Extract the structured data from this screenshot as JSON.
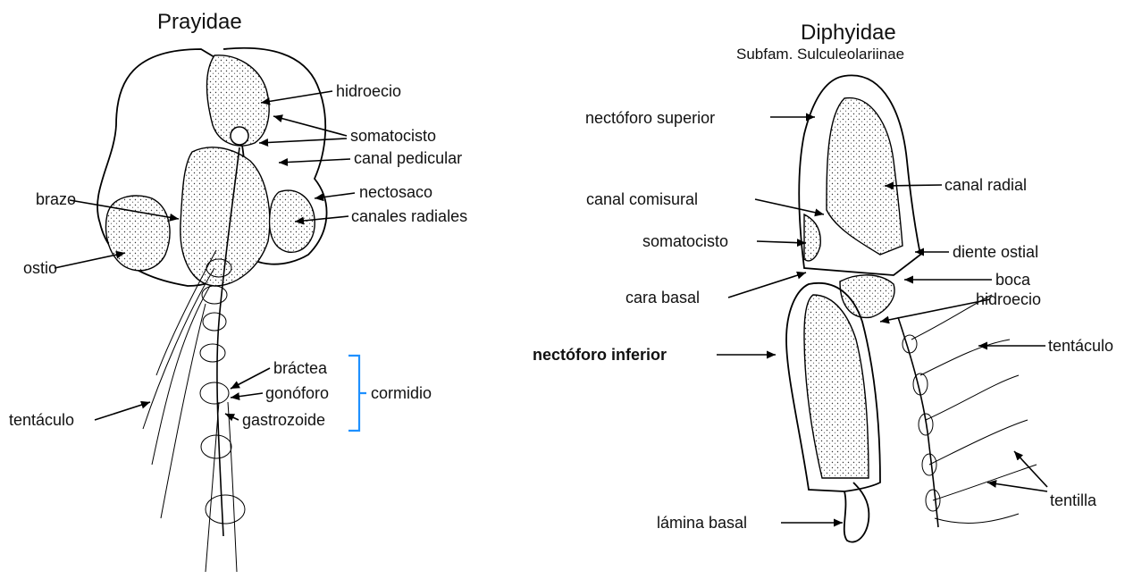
{
  "prayidae": {
    "title": "Prayidae",
    "labels": {
      "hidroecio": "hidroecio",
      "somatocisto": "somatocisto",
      "canal_pedicular": "canal pedicular",
      "brazo": "brazo",
      "nectosaco": "nectosaco",
      "canales_radiales": "canales radiales",
      "ostio": "ostio",
      "bractea": "bráctea",
      "gonoforo": "gonóforo",
      "gastrozoide": "gastrozoide",
      "cormidio": "cormidio",
      "tentaculo": "tentáculo"
    },
    "bracket_color": "#1e90ff"
  },
  "diphyidae": {
    "title": "Diphyidae",
    "subtitle": "Subfam. Sulculeolariinae",
    "labels": {
      "nectoforo_superior": "nectóforo superior",
      "canal_comisural": "canal comisural",
      "canal_radial": "canal radial",
      "somatocisto": "somatocisto",
      "diente_ostial": "diente ostial",
      "boca": "boca",
      "hidroecio": "hidroecio",
      "cara_basal": "cara basal",
      "nectoforo_inferior": "nectóforo inferior",
      "tentaculo": "tentáculo",
      "tentilla": "tentilla",
      "lamina_basal": "lámina basal"
    }
  }
}
